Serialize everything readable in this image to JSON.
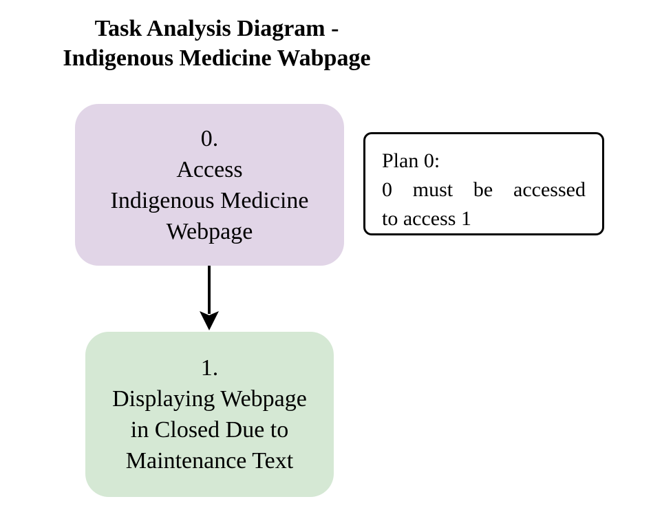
{
  "title": {
    "line1": "Task Analysis Diagram -",
    "line2": "Indigenous Medicine Wabpage"
  },
  "nodes": [
    {
      "number": "0.",
      "lines": [
        "Access",
        "Indigenous Medicine",
        "Webpage"
      ],
      "fill": "#e1d5e7"
    },
    {
      "number": "1.",
      "lines": [
        "Displaying Webpage",
        "in Closed Due to",
        "Maintenance Text"
      ],
      "fill": "#d5e8d4"
    }
  ],
  "plan": {
    "heading": "Plan 0:",
    "line1_words": [
      "0",
      "must",
      "be",
      "accessed"
    ],
    "line2": "to access 1",
    "border_color": "#000000"
  },
  "edges": [
    {
      "from": "0",
      "to": "1"
    }
  ]
}
